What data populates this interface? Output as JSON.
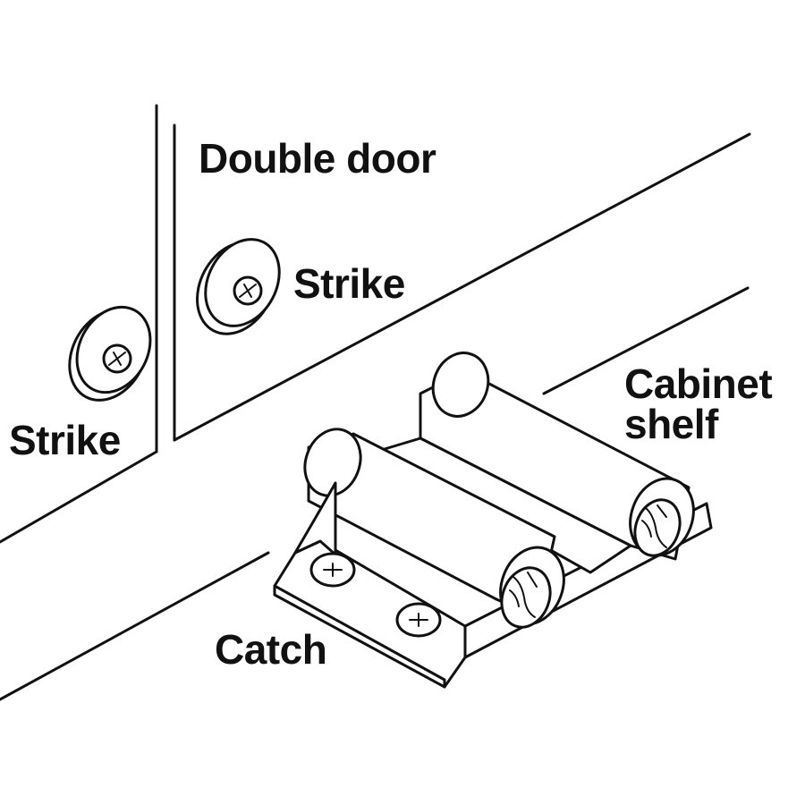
{
  "labels": {
    "double_door": "Double door",
    "strike_upper": "Strike",
    "strike_lower": "Strike",
    "cabinet_line1": "Cabinet",
    "cabinet_line2": "shelf",
    "catch": "Catch"
  },
  "colors": {
    "ink": "#111111",
    "background": "#ffffff"
  }
}
